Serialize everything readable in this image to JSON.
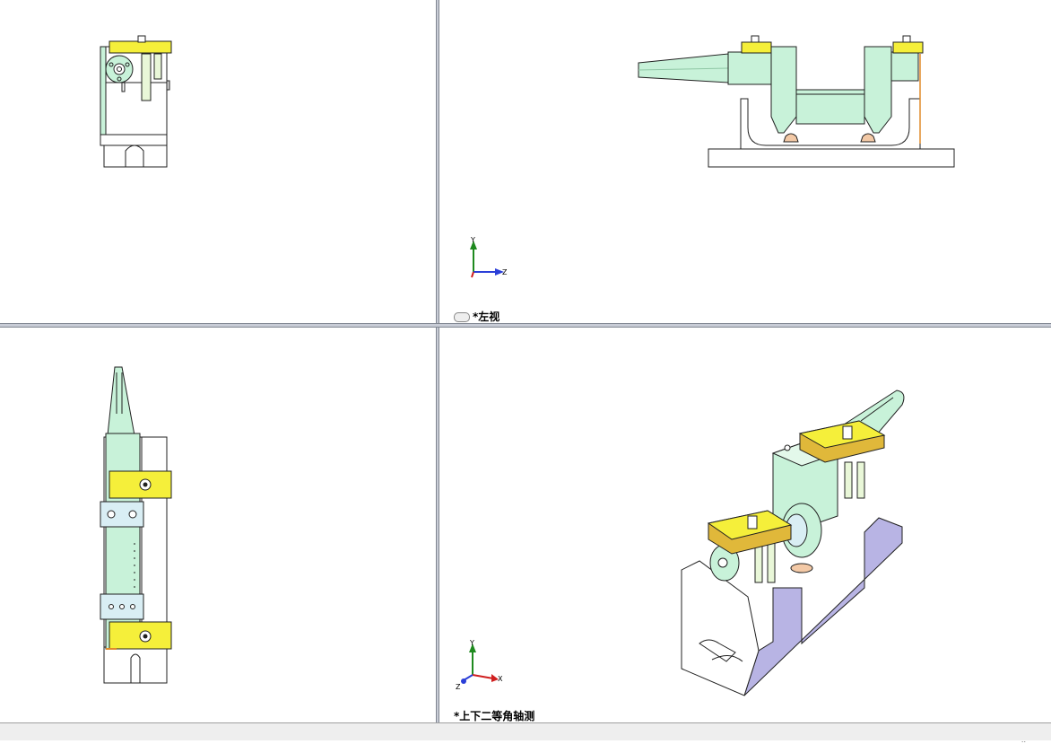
{
  "viewports": {
    "top_left": {
      "name": "front-view"
    },
    "top_right": {
      "label": "*左视",
      "axis": {
        "y": "Y",
        "z": "Z"
      }
    },
    "bottom_left": {
      "name": "top-view"
    },
    "bottom_right": {
      "label": "*上下二等角轴测",
      "axis": {
        "y": "Y",
        "x": "X",
        "z": "Z"
      }
    }
  },
  "colors": {
    "shaft": "#c8f2d9",
    "clamp": "#f5ef3a",
    "base_side": "#b8b4e4",
    "pad": "#f3c9a6",
    "line": "#202020"
  },
  "statusbar": {
    "dots": ".."
  }
}
